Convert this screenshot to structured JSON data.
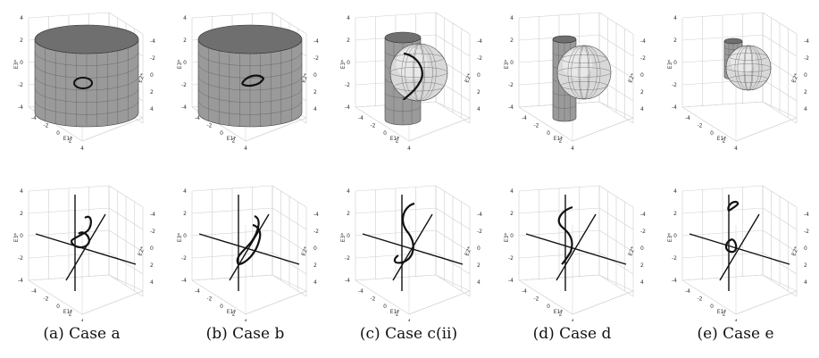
{
  "figure": {
    "captions": [
      "(a) Case a",
      "(b) Case b",
      "(c) Case c(ii)",
      "(d) Case d",
      "(e) Case e"
    ],
    "axis_ticks_vertical": [
      "4",
      "2",
      "0",
      "-2",
      "-4"
    ],
    "axis_ticks_left": [
      "-4",
      "-2",
      "0",
      "2",
      "4"
    ],
    "axis_ticks_right": [
      "-4",
      "-2",
      "0",
      "2",
      "4"
    ],
    "axis_label_vertical": "E3*",
    "axis_label_left": "E1*",
    "axis_label_right": "E2*",
    "colors": {
      "surface": "#9a9a9a",
      "sphere": "#d9d9d9",
      "curve": "#111111",
      "box": "#cfcfcf"
    }
  }
}
